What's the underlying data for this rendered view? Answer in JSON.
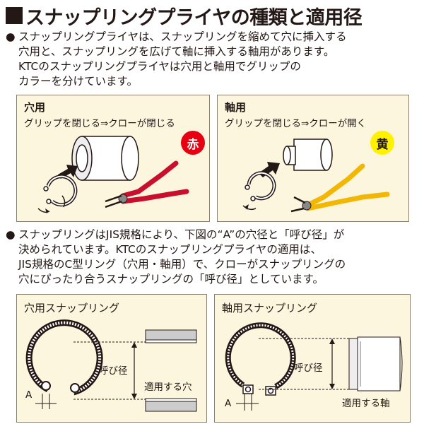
{
  "title": "スナップリングプライヤの種類と適用径",
  "bullet": "●",
  "intro_lines": [
    "スナップリングプライヤは、スナップリングを縮めて穴に挿入する",
    "穴用と、スナップリングを広げて軸に挿入する軸用があります。",
    "KTCのスナップリングプライヤは穴用と軸用でグリップの",
    "カラーを分けています。"
  ],
  "hole_panel": {
    "heading": "穴用",
    "description": "グリップを閉じる⇒クローが閉じる",
    "color_badge": "赤",
    "grip_color": "#c8102e"
  },
  "shaft_panel": {
    "heading": "軸用",
    "description": "グリップを閉じる⇒クローが開く",
    "color_badge": "黄",
    "grip_color": "#f2b705"
  },
  "jis_lines": [
    "スナップリングはJIS規格により、下図の“A”の穴径と「呼び径」が",
    "決められています。KTCのスナップリングプライヤの適用は、",
    "JIS規格のC型リング（穴用・軸用）で、クローがスナップリングの",
    "穴にぴったり合うスナップリングの「呼び径」としています。"
  ],
  "hole_ring_panel": {
    "title": "穴用スナップリング",
    "nominal_label": "呼び径",
    "applicable_label": "適用する穴",
    "a_label": "A"
  },
  "shaft_ring_panel": {
    "title": "軸用スナップリング",
    "nominal_label": "呼び径",
    "applicable_label": "適用する軸",
    "a_label": "A"
  }
}
